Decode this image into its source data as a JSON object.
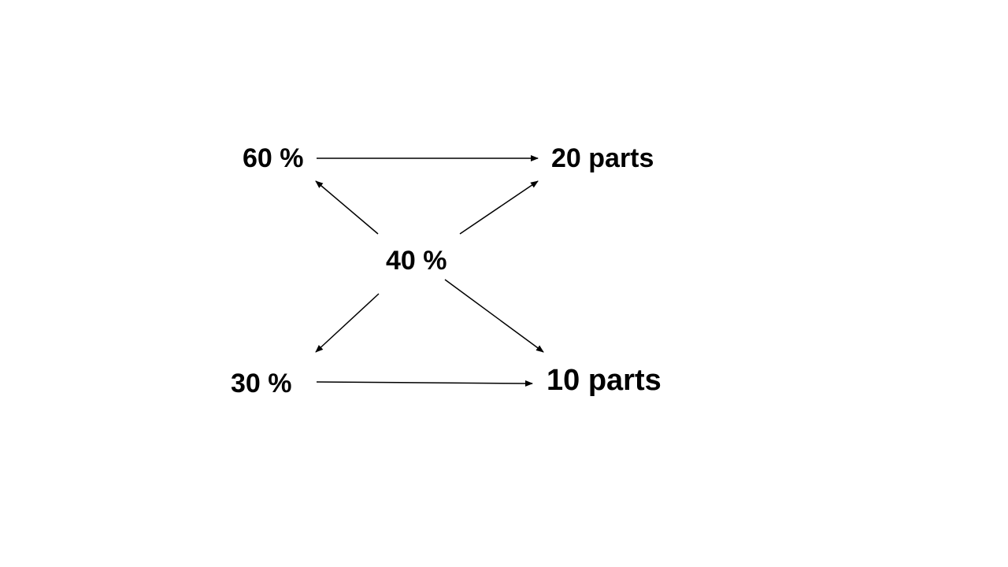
{
  "diagram": {
    "nodes": {
      "sixty_percent": "60 %",
      "twenty_parts": "20 parts",
      "forty_percent": "40 %",
      "thirty_percent": "30 %",
      "ten_parts": "10 parts"
    },
    "edges": [
      {
        "from": "60 %",
        "to": "20 parts"
      },
      {
        "from": "40 %",
        "to": "60 %"
      },
      {
        "from": "40 %",
        "to": "20 parts"
      },
      {
        "from": "40 %",
        "to": "30 %"
      },
      {
        "from": "40 %",
        "to": "10 parts"
      },
      {
        "from": "30 %",
        "to": "10 parts"
      }
    ],
    "colors": {
      "text": "#000000",
      "arrow": "#000000",
      "background": "#ffffff"
    }
  }
}
